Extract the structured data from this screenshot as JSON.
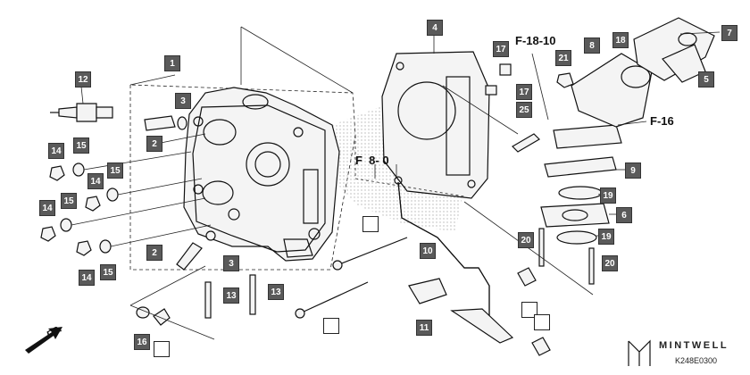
{
  "callouts": [
    {
      "label": "1"
    },
    {
      "label": "2"
    },
    {
      "label": "2"
    },
    {
      "label": "3"
    },
    {
      "label": "3"
    },
    {
      "label": "4"
    },
    {
      "label": "5"
    },
    {
      "label": "6"
    },
    {
      "label": "7"
    },
    {
      "label": "8"
    },
    {
      "label": "9"
    },
    {
      "label": "10"
    },
    {
      "label": "11"
    },
    {
      "label": "12"
    },
    {
      "label": "13"
    },
    {
      "label": "13"
    },
    {
      "label": "14"
    },
    {
      "label": "14"
    },
    {
      "label": "14"
    },
    {
      "label": "14"
    },
    {
      "label": "15"
    },
    {
      "label": "15"
    },
    {
      "label": "15"
    },
    {
      "label": "15"
    },
    {
      "label": "16"
    },
    {
      "label": "17"
    },
    {
      "label": "17"
    },
    {
      "label": "18"
    },
    {
      "label": "19"
    },
    {
      "label": "19"
    },
    {
      "label": "20"
    },
    {
      "label": "20"
    },
    {
      "label": "21"
    },
    {
      "label": "25"
    }
  ],
  "refs": {
    "f18": "F-18-10",
    "f16": "F-16",
    "f8": "F  8- 0"
  },
  "brand": "MINTWELL",
  "code": "K248E0300",
  "direction": "FR."
}
